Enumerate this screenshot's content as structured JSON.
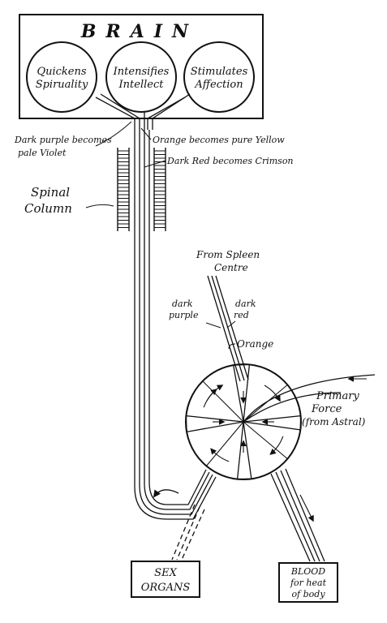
{
  "brain": {
    "title": "BRAIN",
    "circles": [
      {
        "line1": "Quickens",
        "line2": "Spiruality"
      },
      {
        "line1": "Intensifies",
        "line2": "Intellect"
      },
      {
        "line1": "Stimulates",
        "line2": "Affection"
      }
    ]
  },
  "labels": {
    "dark_purple_1": "Dark purple becomes",
    "dark_purple_2": "pale Violet",
    "orange_yellow": "Orange becomes pure Yellow",
    "dark_red_crimson": "Dark Red becomes Crimson",
    "spinal_1": "Spinal",
    "spinal_2": "Column",
    "spleen_1": "From Spleen",
    "spleen_2": "Centre",
    "dark_purple_a": "dark",
    "dark_purple_b": "purple",
    "dark_red_a": "dark",
    "dark_red_b": "red",
    "orange": "Orange",
    "primary_1": "Primary",
    "primary_2": "Force",
    "primary_3": "(from Astral)"
  },
  "boxes": {
    "sex_1": "SEX",
    "sex_2": "ORGANS",
    "blood_1": "BLOOD",
    "blood_2": "for heat",
    "blood_3": "of body"
  }
}
